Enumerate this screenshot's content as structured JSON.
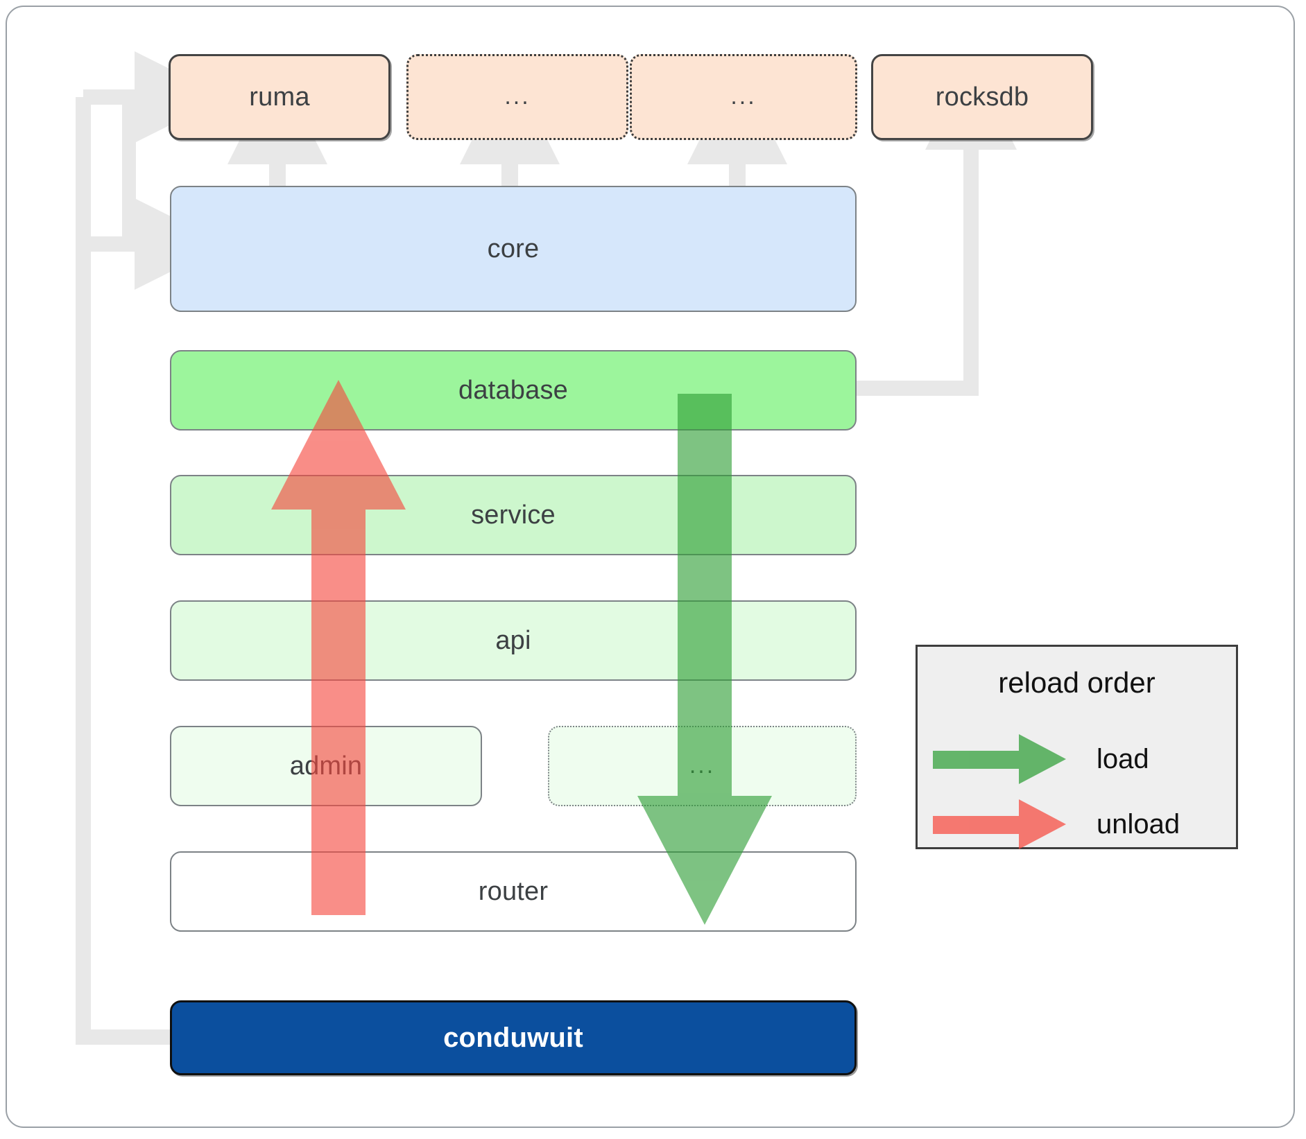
{
  "diagram": {
    "title": "conduwuit crate layering / reload order",
    "dependencies": [
      {
        "id": "ruma",
        "label": "ruma",
        "style": "solid"
      },
      {
        "id": "dep-a",
        "label": "...",
        "style": "dotted"
      },
      {
        "id": "dep-b",
        "label": "...",
        "style": "dotted"
      },
      {
        "id": "rocksdb",
        "label": "rocksdb",
        "style": "solid"
      }
    ],
    "layers": [
      {
        "id": "core",
        "label": "core",
        "style": "solid",
        "color": "#d6e7fb"
      },
      {
        "id": "database",
        "label": "database",
        "style": "solid",
        "color": "#9cf59c"
      },
      {
        "id": "service",
        "label": "service",
        "style": "solid",
        "color": "#cdf7cd"
      },
      {
        "id": "api",
        "label": "api",
        "style": "solid",
        "color": "#e2fbe2"
      },
      {
        "id": "admin",
        "label": "admin",
        "style": "solid",
        "color": "#effdef"
      },
      {
        "id": "extra",
        "label": "...",
        "style": "dotted",
        "color": "#effdef"
      },
      {
        "id": "router",
        "label": "router",
        "style": "solid",
        "color": "#ffffff"
      }
    ],
    "application": {
      "id": "conduwuit",
      "label": "conduwuit",
      "color": "#0b4f9e"
    },
    "legend": {
      "title": "reload order",
      "entries": [
        {
          "id": "load",
          "label": "load",
          "color": "#4caf50"
        },
        {
          "id": "unload",
          "label": "unload",
          "color": "#f76d6d"
        }
      ]
    },
    "colors": {
      "dependency_fill": "#fde4d3",
      "connector": "#e8e8e8",
      "load_arrow": "#4caf50",
      "unload_arrow": "#f76d6d",
      "frame_border": "#9aa0a6"
    }
  }
}
